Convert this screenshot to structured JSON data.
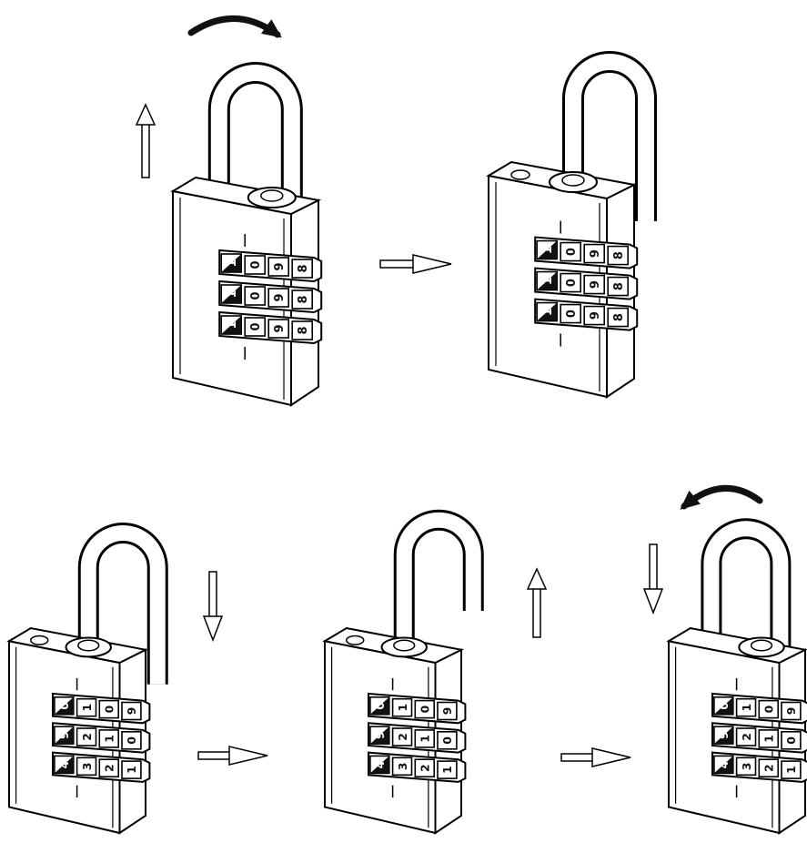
{
  "diagram": {
    "style": {
      "stroke": "#000000",
      "fill": "#ffffff",
      "dark": "#111111"
    },
    "steps": [
      {
        "id": "step-1",
        "shackle_state": "closed",
        "digits": [
          [
            "1",
            "0",
            "9",
            "8"
          ],
          [
            "1",
            "0",
            "9",
            "8"
          ],
          [
            "1",
            "0",
            "9",
            "8"
          ]
        ],
        "up_arrow": true,
        "down_arrow": false,
        "rotation": "clockwise"
      },
      {
        "id": "step-2",
        "shackle_state": "open-rotated",
        "digits": [
          [
            "1",
            "0",
            "9",
            "8"
          ],
          [
            "1",
            "0",
            "9",
            "8"
          ],
          [
            "1",
            "0",
            "9",
            "8"
          ]
        ],
        "up_arrow": false,
        "down_arrow": false,
        "rotation": "none"
      },
      {
        "id": "step-3",
        "shackle_state": "open-rotated",
        "digits": [
          [
            "0",
            "1",
            "0",
            "9"
          ],
          [
            "9",
            "2",
            "1",
            "0"
          ],
          [
            "4",
            "3",
            "2",
            "1"
          ]
        ],
        "up_arrow": false,
        "down_arrow": true,
        "rotation": "none"
      },
      {
        "id": "step-4",
        "shackle_state": "open-up",
        "digits": [
          [
            "0",
            "1",
            "0",
            "9"
          ],
          [
            "9",
            "2",
            "1",
            "0"
          ],
          [
            "4",
            "3",
            "2",
            "1"
          ]
        ],
        "up_arrow": true,
        "down_arrow": false,
        "rotation": "none"
      },
      {
        "id": "step-5",
        "shackle_state": "closed",
        "digits": [
          [
            "0",
            "1",
            "0",
            "9"
          ],
          [
            "9",
            "2",
            "1",
            "0"
          ],
          [
            "4",
            "3",
            "2",
            "1"
          ]
        ],
        "up_arrow": false,
        "down_arrow": true,
        "rotation": "counterclockwise"
      }
    ],
    "transition_arrows": 3
  }
}
